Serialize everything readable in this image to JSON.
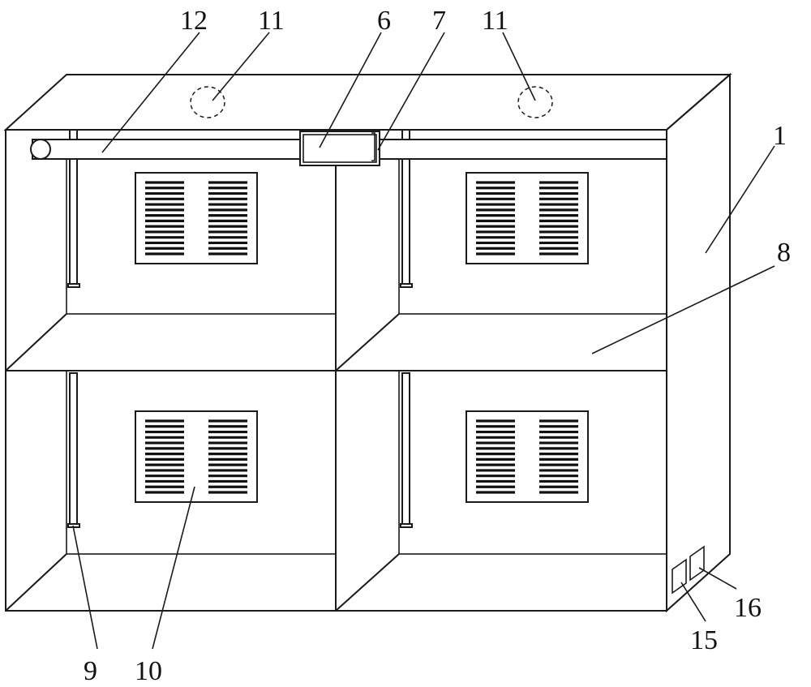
{
  "labels": {
    "n12": "12",
    "n11a": "11",
    "n6": "6",
    "n7": "7",
    "n11b": "11",
    "n1": "1",
    "n8": "8",
    "n16": "16",
    "n15": "15",
    "n9": "9",
    "n10": "10"
  }
}
